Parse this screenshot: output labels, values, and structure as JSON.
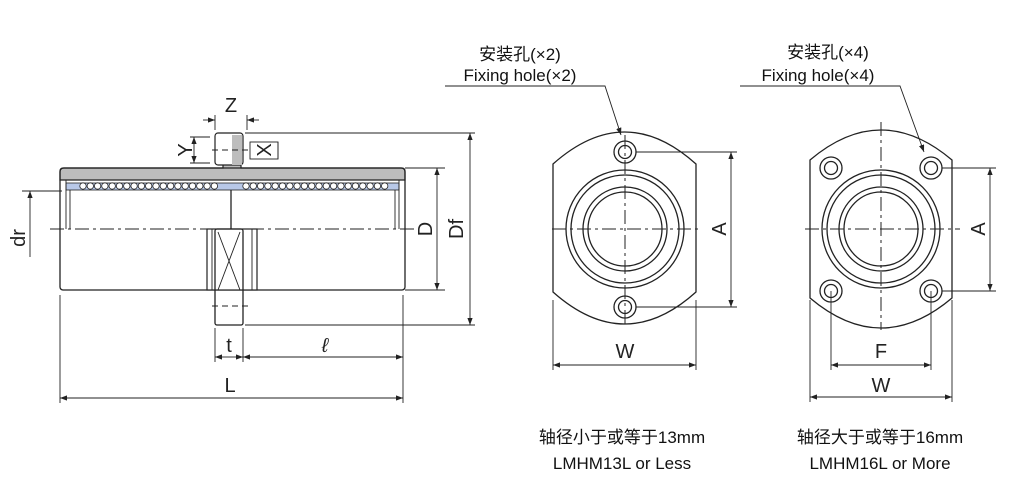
{
  "side_view": {
    "dims": {
      "Z": "Z",
      "Y": "Y",
      "X": "X",
      "dr": "dr",
      "D": "D",
      "Df": "Df",
      "t": "t",
      "l": "ℓ",
      "L": "L"
    }
  },
  "small_flange": {
    "hole_label_cn": "安装孔(×2)",
    "hole_label_en": "Fixing hole(×2)",
    "dims": {
      "A": "A",
      "W": "W"
    },
    "caption_cn": "轴径小于或等于13mm",
    "caption_en": "LMHM13L or Less"
  },
  "large_flange": {
    "hole_label_cn": "安装孔(×4)",
    "hole_label_en": "Fixing hole(×4)",
    "dims": {
      "A": "A",
      "F": "F",
      "W": "W"
    },
    "caption_cn": "轴径大于或等于16mm",
    "caption_en": "LMHM16L or More"
  },
  "colors": {
    "body": "#bdbdbd",
    "retainer": "#b8c8e8",
    "line": "#222222"
  }
}
